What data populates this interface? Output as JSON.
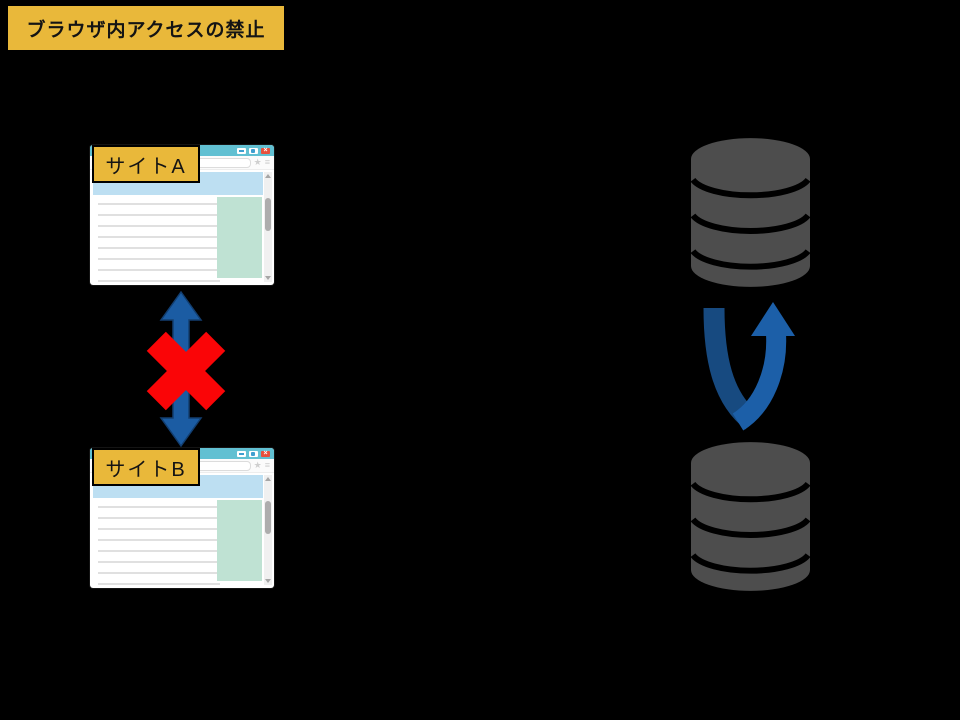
{
  "diagram": {
    "title": "ブラウザ内アクセスの禁止",
    "site_a_label": "サイトA",
    "site_b_label": "サイトB",
    "left_relation": "blocked-bidirectional-access-between-site-a-and-site-b",
    "right_relation": "u-turn-arrow-between-two-databases"
  },
  "window_controls": {
    "close_glyph": "×",
    "star_glyph": "★",
    "menu_glyph": "≡"
  },
  "colors": {
    "background": "#000000",
    "accent_yellow": "#E9B83A",
    "browser_titlebar": "#61C0D2",
    "close_button": "#E8503C",
    "banner_blue": "#BDDFF2",
    "sidebar_teal": "#BFE2D3",
    "arrow_blue": "#1B5CA3",
    "arrow_outline": "#123E70",
    "prohibition_red": "#FA0507",
    "database_gray": "#4D4D4D",
    "u_arrow_dark": "#174A80",
    "u_arrow_light": "#1C5FA8"
  }
}
